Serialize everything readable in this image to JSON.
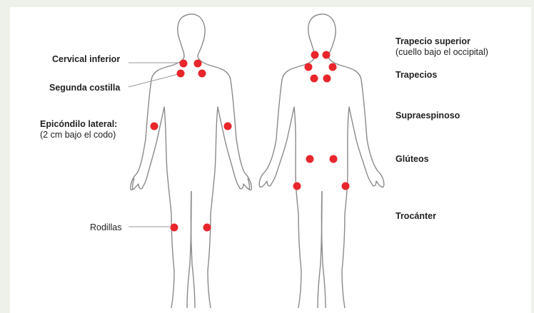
{
  "labels": {
    "cervical_inferior": "Cervical inferior",
    "segunda_costilla": "Segunda costilla",
    "epicondilo_lateral": "Epicóndilo lateral:",
    "epicondilo_note": "(2 cm bajo el codo)",
    "rodillas": "Rodillas",
    "trapecio_superior": "Trapecio superior",
    "trapecio_note": "(cuello bajo el occipital)",
    "trapecios": "Trapecios",
    "supraespinoso": "Supraespinoso",
    "gluteos": "Glúteos",
    "trocanter": "Trocánter"
  },
  "colors": {
    "background": "#eef1ea",
    "panel": "#ffffff",
    "outline": "#8a8a8a",
    "tender_point": "#e8262c",
    "leader_line": "#9a9a9a"
  },
  "figures": [
    "front-view",
    "back-view"
  ],
  "tender_point_count": 18
}
